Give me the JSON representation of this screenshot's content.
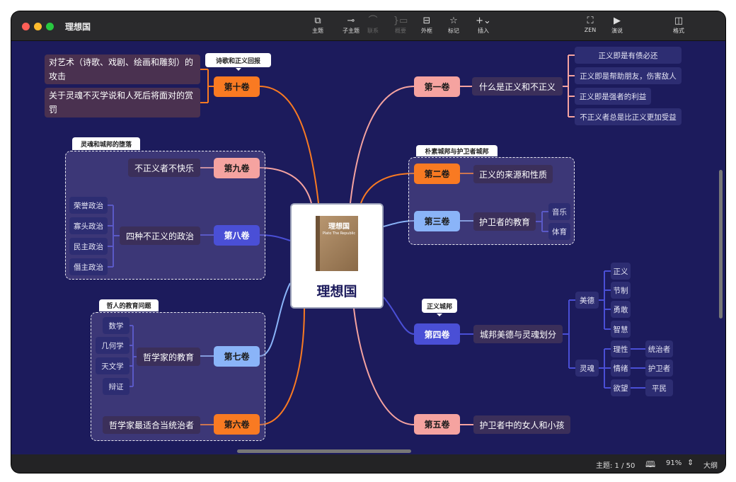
{
  "window": {
    "title": "理想国"
  },
  "toolbar": [
    {
      "icon": "topic-icon",
      "glyph": "⧉",
      "label": "主题",
      "disabled": false
    },
    {
      "icon": "subtopic-icon",
      "glyph": "⊸",
      "label": "子主题",
      "disabled": false
    },
    {
      "icon": "relationship-icon",
      "glyph": "⌒",
      "label": "联系",
      "disabled": true
    },
    {
      "icon": "summary-icon",
      "glyph": "}▭",
      "label": "概要",
      "disabled": true
    },
    {
      "icon": "boundary-icon",
      "glyph": "⊟",
      "label": "外框",
      "disabled": false
    },
    {
      "icon": "star-icon",
      "glyph": "☆",
      "label": "标记",
      "disabled": false
    },
    {
      "icon": "plus-icon",
      "glyph": "+⌄",
      "label": "插入",
      "disabled": false
    },
    {
      "icon": "zen-icon",
      "glyph": "⛶",
      "label": "ZEN",
      "disabled": false
    },
    {
      "icon": "play-icon",
      "glyph": "▶",
      "label": "演说",
      "disabled": false
    },
    {
      "icon": "format-icon",
      "glyph": "◫",
      "label": "格式",
      "disabled": false
    }
  ],
  "colors": {
    "canvas": "#1c1b5c",
    "orange": "#f97a22",
    "pink": "#f5a3a0",
    "blue": "#4a4fd6",
    "lightblue": "#8ab4f8"
  },
  "central": {
    "title": "理想国",
    "cover_text": "理想国 Plato The Republic"
  },
  "left": {
    "book10": {
      "label": "第十卷",
      "callout": "诗歌和正义回报",
      "children": [
        "对艺术（诗歌、戏剧、绘画和雕刻）的攻击",
        "关于灵魂不灭学说和人死后将面对的赏罚"
      ]
    },
    "group1": {
      "label": "灵魂和城邦的堕落"
    },
    "book9": {
      "label": "第九卷",
      "child": "不正义者不快乐"
    },
    "book8": {
      "label": "第八卷",
      "child": "四种不正义的政治",
      "leaves": [
        "荣誉政治",
        "寡头政治",
        "民主政治",
        "僭主政治"
      ]
    },
    "group2": {
      "label": "哲人的教育问题"
    },
    "book7": {
      "label": "第七卷",
      "child": "哲学家的教育",
      "leaves": [
        "数学",
        "几何学",
        "天文学",
        "辩证"
      ]
    },
    "book6": {
      "label": "第六卷",
      "child": "哲学家最适合当统治者"
    }
  },
  "right": {
    "book1": {
      "label": "第一卷",
      "child": "什么是正义和不正义",
      "leaves": [
        "正义即是有债必还",
        "正义即是帮助朋友，伤害敌人",
        "正义即是强者的利益",
        "不正义者总是比正义更加受益"
      ]
    },
    "group3": {
      "label": "朴素城邦与护卫者城邦"
    },
    "book2": {
      "label": "第二卷",
      "child": "正义的来源和性质"
    },
    "book3": {
      "label": "第三卷",
      "child": "护卫者的教育",
      "leaves": [
        "音乐",
        "体育"
      ]
    },
    "book4": {
      "label": "第四卷",
      "callout": "正义城邦",
      "child": "城邦美德与灵魂划分",
      "virtue": "美德",
      "virtues": [
        "正义",
        "节制",
        "勇敢",
        "智慧"
      ],
      "soul": "灵魂",
      "soul_parts": [
        "理性",
        "情绪",
        "欲望"
      ],
      "classes": [
        "统治者",
        "护卫者",
        "平民"
      ]
    },
    "book5": {
      "label": "第五卷",
      "child": "护卫者中的女人和小孩"
    }
  },
  "status": {
    "topics": "主题: 1 / 50",
    "zoom": "91%",
    "outline": "大纲"
  }
}
